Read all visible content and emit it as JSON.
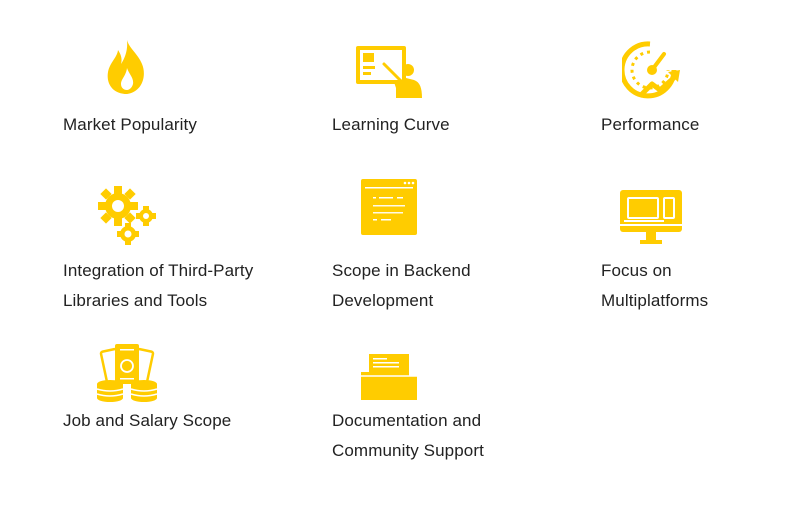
{
  "accent_color": "#FFCC00",
  "features": [
    {
      "icon": "fire-icon",
      "lines": [
        "Market Popularity"
      ]
    },
    {
      "icon": "presentation-icon",
      "lines": [
        "Learning Curve"
      ]
    },
    {
      "icon": "speedometer-icon",
      "lines": [
        "Performance"
      ]
    },
    {
      "icon": "gears-icon",
      "lines": [
        "Integration of Third-Party",
        "Libraries and Tools"
      ]
    },
    {
      "icon": "code-window-icon",
      "lines": [
        "Scope in Backend",
        "Development"
      ]
    },
    {
      "icon": "monitor-devices-icon",
      "lines": [
        "Focus on",
        "Multiplatforms"
      ]
    },
    {
      "icon": "money-coins-icon",
      "lines": [
        "Job and Salary Scope"
      ]
    },
    {
      "icon": "folder-document-icon",
      "lines": [
        "Documentation and",
        "Community Support"
      ]
    }
  ]
}
